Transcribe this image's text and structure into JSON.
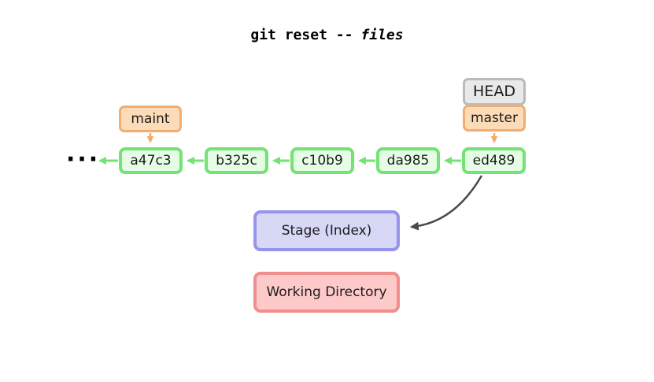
{
  "title": {
    "command": "git reset --",
    "argument": "files"
  },
  "refs": {
    "head": "HEAD",
    "master": "master",
    "maint": "maint"
  },
  "commits": [
    {
      "id": "a47c3"
    },
    {
      "id": "b325c"
    },
    {
      "id": "c10b9"
    },
    {
      "id": "da985"
    },
    {
      "id": "ed489"
    }
  ],
  "ellipsis": "···",
  "areas": {
    "stage": "Stage (Index)",
    "working_directory": "Working Directory"
  },
  "edges": {
    "commit_chain": [
      "ed489 -> da985",
      "da985 -> c10b9",
      "c10b9 -> b325c",
      "b325c -> a47c3",
      "a47c3 -> ···"
    ],
    "head_attached_to": "master",
    "master_points_to": "ed489",
    "maint_points_to": "a47c3",
    "reset_arrow": "ed489 -> Stage (Index)"
  },
  "colors": {
    "commit_border": "#74e274",
    "commit_fill": "#e5fce5",
    "branch_border": "#f2ad72",
    "branch_fill": "#fcdcb8",
    "head_border": "#bababa",
    "head_fill": "#e9e9e9",
    "stage_border": "#9595eb",
    "stage_fill": "#d7d7f6",
    "working_dir_border": "#f08e8e",
    "working_dir_fill": "#fec9c9",
    "orange_arrow": "#f5ab67",
    "green_arrow": "#74e274",
    "reset_arrow": "#4a4a4a"
  }
}
